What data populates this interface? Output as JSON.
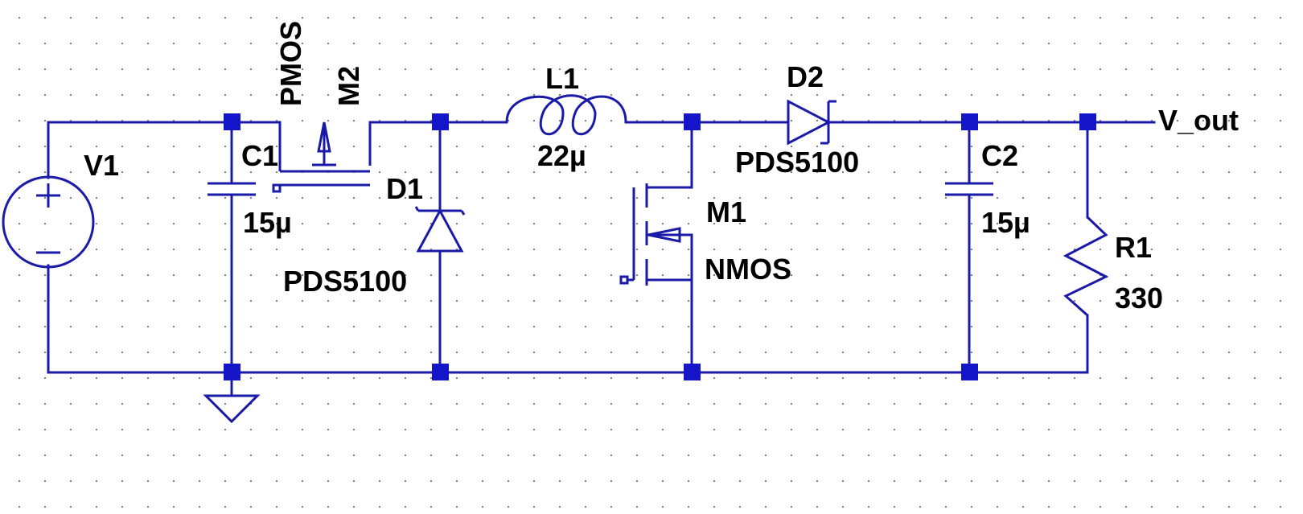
{
  "schematic": {
    "components": {
      "v1": {
        "name": "V1"
      },
      "c1": {
        "name": "C1",
        "value": "15µ"
      },
      "m2": {
        "name": "M2",
        "model": "PMOS"
      },
      "d1": {
        "name": "D1",
        "model": "PDS5100"
      },
      "l1": {
        "name": "L1",
        "value": "22µ"
      },
      "d2": {
        "name": "D2",
        "model": "PDS5100"
      },
      "m1": {
        "name": "M1",
        "model": "NMOS"
      },
      "c2": {
        "name": "C2",
        "value": "15µ"
      },
      "r1": {
        "name": "R1",
        "value": "330"
      }
    },
    "net_labels": {
      "output": "V_out"
    },
    "colors": {
      "wire": "#1a1aa8",
      "junction": "#1414c8",
      "label": "#000000",
      "grid_dot": "#6e6e6e"
    }
  }
}
